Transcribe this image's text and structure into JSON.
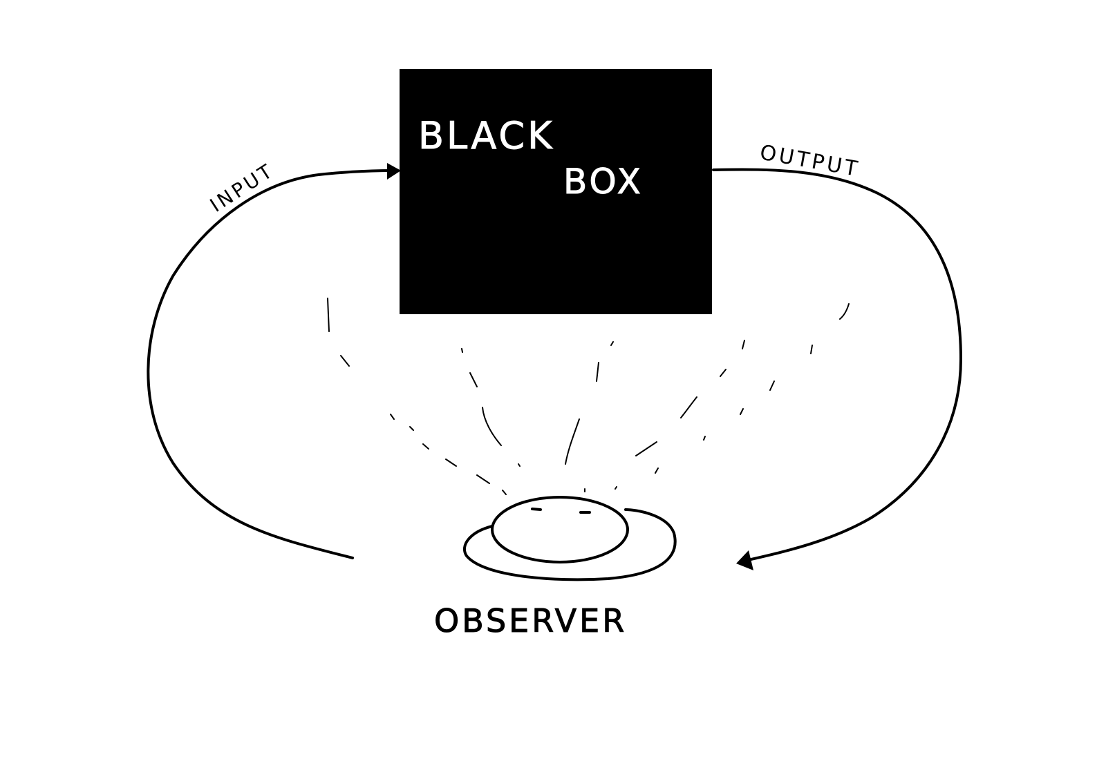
{
  "box": {
    "line1": "BLACK",
    "line2": "BOX"
  },
  "labels": {
    "input": "INPUT",
    "output": "OUTPUT",
    "observer": "OBSERVER"
  },
  "colors": {
    "ink": "#000000",
    "paper": "#ffffff"
  }
}
